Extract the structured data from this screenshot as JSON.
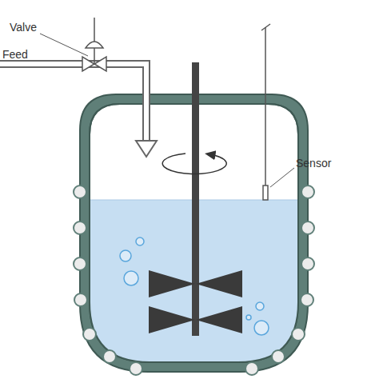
{
  "diagram": {
    "labels": [
      "Valve",
      "Feed",
      "Sensor"
    ]
  }
}
